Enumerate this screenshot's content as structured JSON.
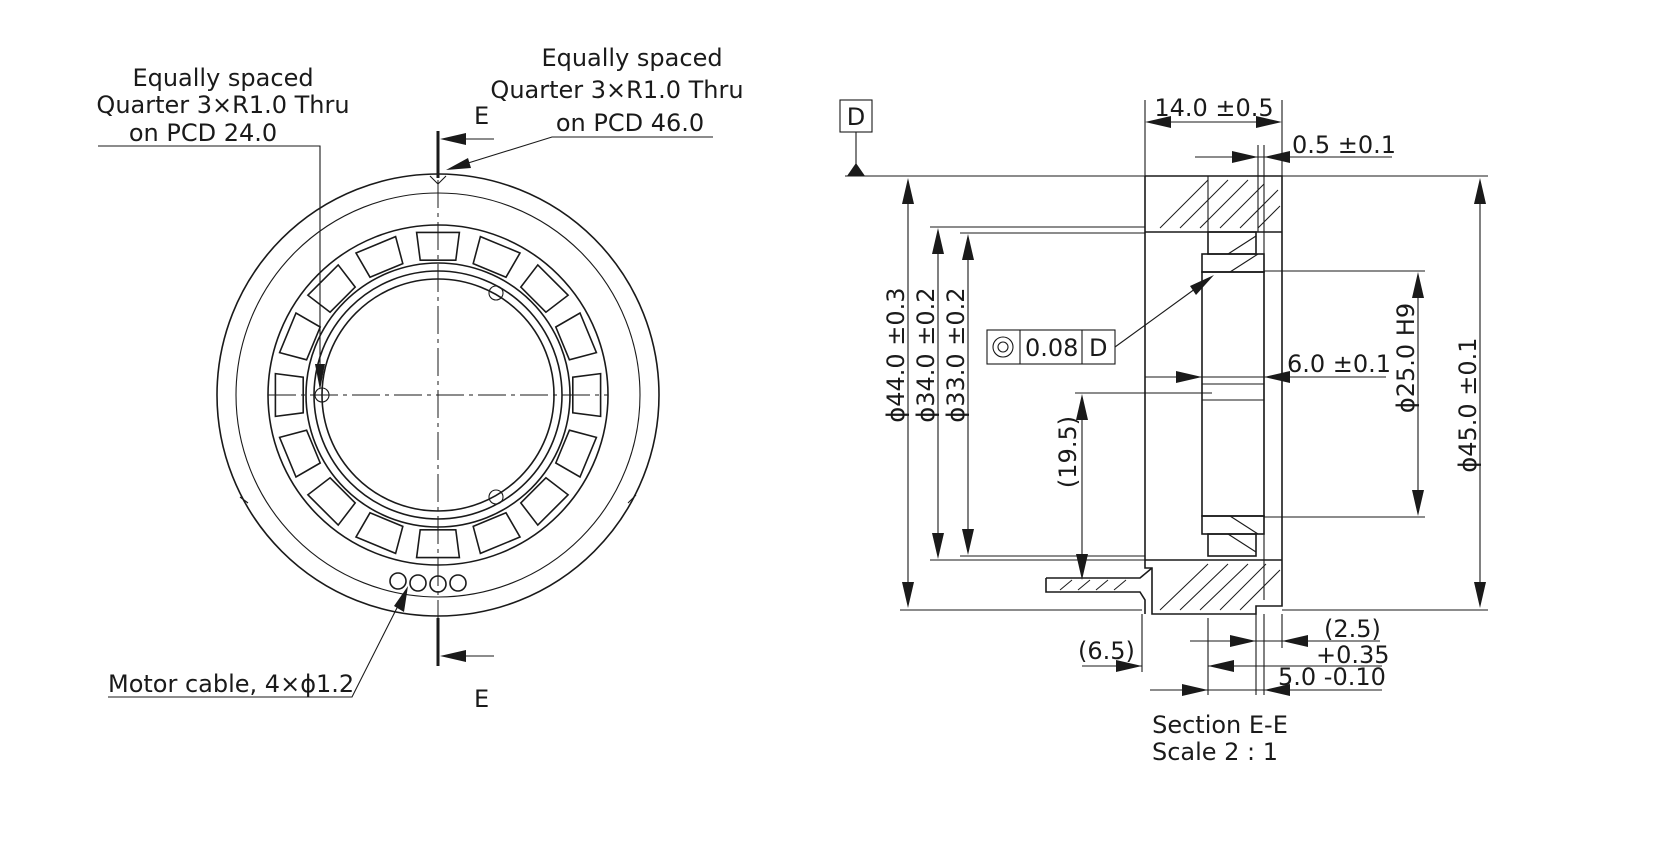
{
  "front_view": {
    "hole_note_inner": [
      "Equally spaced",
      "Quarter 3×R1.0 Thru",
      "on PCD 24.0"
    ],
    "hole_note_outer": [
      "Equally spaced",
      "Quarter 3×R1.0 Thru",
      "on PCD 46.0"
    ],
    "section_mark": "E",
    "motor_cable_note": "Motor cable, 4×ϕ1.2"
  },
  "section_view": {
    "datum_label": "D",
    "dims": {
      "width_total": "14.0 ±0.5",
      "step_small": "0.5 ±0.1",
      "dia_44": "ϕ44.0 ±0.3",
      "dia_34": "ϕ34.0 ±0.2",
      "dia_33": "ϕ33.0 ±0.2",
      "dia_25": "ϕ25.0 H9",
      "dia_45": "ϕ45.0 ±0.1",
      "ref_19_5": "(19.5)",
      "bearing_width": "6.0 ±0.1",
      "ref_6_5": "(6.5)",
      "ref_2_5": "(2.5)",
      "tol_upper": "+0.35",
      "dim_5_0": "5.0 -0.10"
    },
    "fcf": {
      "symbol": "concentricity-icon",
      "tolerance": "0.08",
      "datum": "D"
    },
    "caption": [
      "Section E-E",
      "Scale 2 : 1"
    ]
  }
}
